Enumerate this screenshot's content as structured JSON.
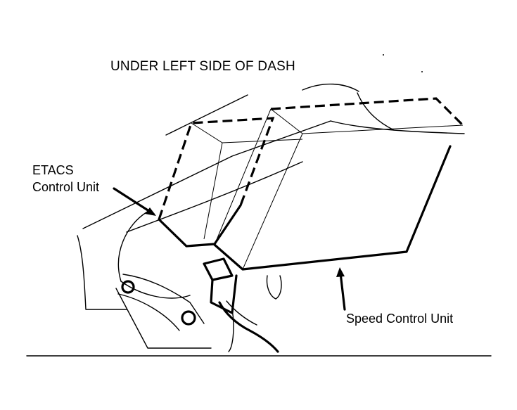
{
  "diagram": {
    "title": "UNDER LEFT SIDE OF DASH",
    "labels": {
      "etacs_line1": "ETACS",
      "etacs_line2": "Control Unit",
      "speed_control": "Speed Control Unit"
    }
  }
}
